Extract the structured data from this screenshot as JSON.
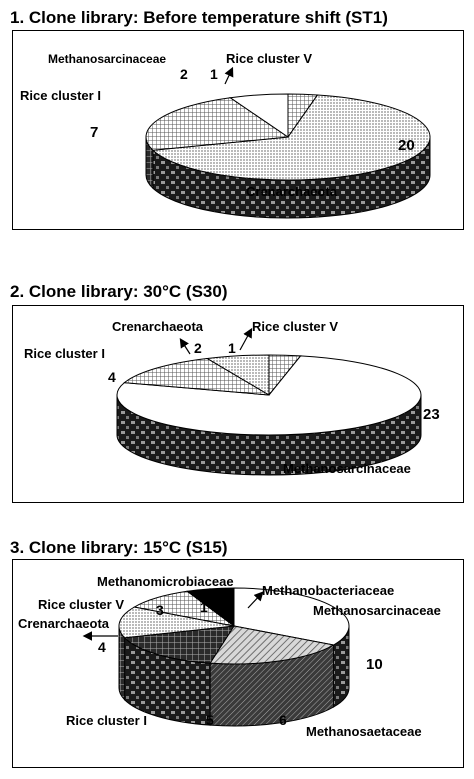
{
  "chart_data": [
    {
      "type": "pie",
      "title": "1. Clone library: Before temperature shift (ST1)",
      "slices": [
        {
          "label": "Crenarchaeota",
          "value": 20
        },
        {
          "label": "Rice cluster I",
          "value": 7
        },
        {
          "label": "Methanosarcinaceae",
          "value": 2
        },
        {
          "label": "Rice cluster V",
          "value": 1
        }
      ]
    },
    {
      "type": "pie",
      "title": "2. Clone library: 30°C (S30)",
      "slices": [
        {
          "label": "Methanosarcinaceae",
          "value": 23
        },
        {
          "label": "Rice cluster I",
          "value": 4
        },
        {
          "label": "Crenarchaeota",
          "value": 2
        },
        {
          "label": "Rice cluster V",
          "value": 1
        }
      ]
    },
    {
      "type": "pie",
      "title": "3. Clone library: 15°C (S15)",
      "slices": [
        {
          "label": "Methanosarcinaceae",
          "value": 10
        },
        {
          "label": "Methanosaetaceae",
          "value": 6
        },
        {
          "label": "Rice cluster I",
          "value": 5
        },
        {
          "label": "Crenarchaeota",
          "value": 4
        },
        {
          "label": "Rice cluster V",
          "value": 3
        },
        {
          "label": "Methanomicrobiaceae",
          "value": 1
        },
        {
          "label": "Methanobacteriaceae",
          "value": 1
        }
      ]
    }
  ]
}
